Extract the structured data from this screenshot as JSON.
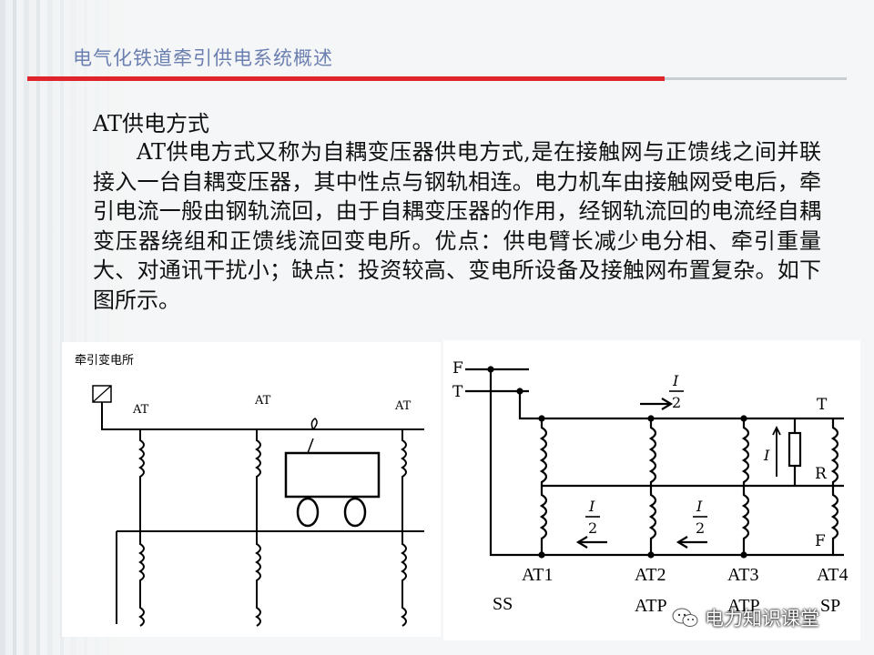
{
  "header": {
    "title": "电气化铁道牵引供电系统概述"
  },
  "content": {
    "heading": "AT供电方式",
    "paragraph": "AT供电方式又称为自耦变压器供电方式,是在接触网与正馈线之间并联接入一台自耦变压器，其中性点与钢轨相连。电力机车由接触网受电后，牵引电流一般由钢轨流回，由于自耦变压器的作用，经钢轨流回的电流经自耦变压器绕组和正馈线流回变电所。优点：供电臂长减少电分相、牵引重量大、对通讯干扰小；缺点：投资较高、变电所设备及接触网布置复杂。如下图所示。"
  },
  "figure_left": {
    "substation_label": "牵引变电所",
    "at_labels": [
      "AT",
      "AT",
      "AT"
    ]
  },
  "figure_right": {
    "feeder_labels": [
      "F",
      "T"
    ],
    "line_labels": [
      "T",
      "R",
      "F"
    ],
    "current_half_top": {
      "num": "I",
      "den": "2"
    },
    "current_half_left": {
      "num": "I",
      "den": "2"
    },
    "current_half_mid": {
      "num": "I",
      "den": "2"
    },
    "current_full": "I",
    "at_labels": [
      "AT1",
      "AT2",
      "AT3",
      "AT4"
    ],
    "station_labels": [
      "SS",
      "ATP",
      "ATP",
      "SP"
    ]
  },
  "watermark": {
    "text": "电力知识课堂",
    "icon": "wechat-icon"
  },
  "colors": {
    "title": "#6b7fb0",
    "accent_red": "#e0242c",
    "text": "#111111"
  }
}
